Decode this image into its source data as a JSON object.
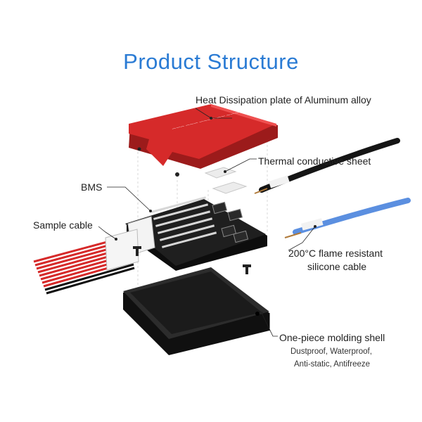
{
  "title": "Product Structure",
  "labels": {
    "heat_plate": "Heat Dissipation plate of Aluminum alloy",
    "thermal_sheet": "Thermal conductive sheet",
    "bms": "BMS",
    "sample_cable": "Sample cable",
    "silicone_line1": "200°C flame resistant",
    "silicone_line2": "silicone cable",
    "shell": "One-piece molding shell",
    "shell_sub1": "Dustproof, Waterproof,",
    "shell_sub2": "Anti-static, Antifreeze"
  },
  "colors": {
    "title": "#2a7bd4",
    "plate_red": "#d62a2a",
    "shell_black": "#1e1e1e",
    "cable_blue": "#5b8fe0",
    "pcb_black": "#151515"
  }
}
